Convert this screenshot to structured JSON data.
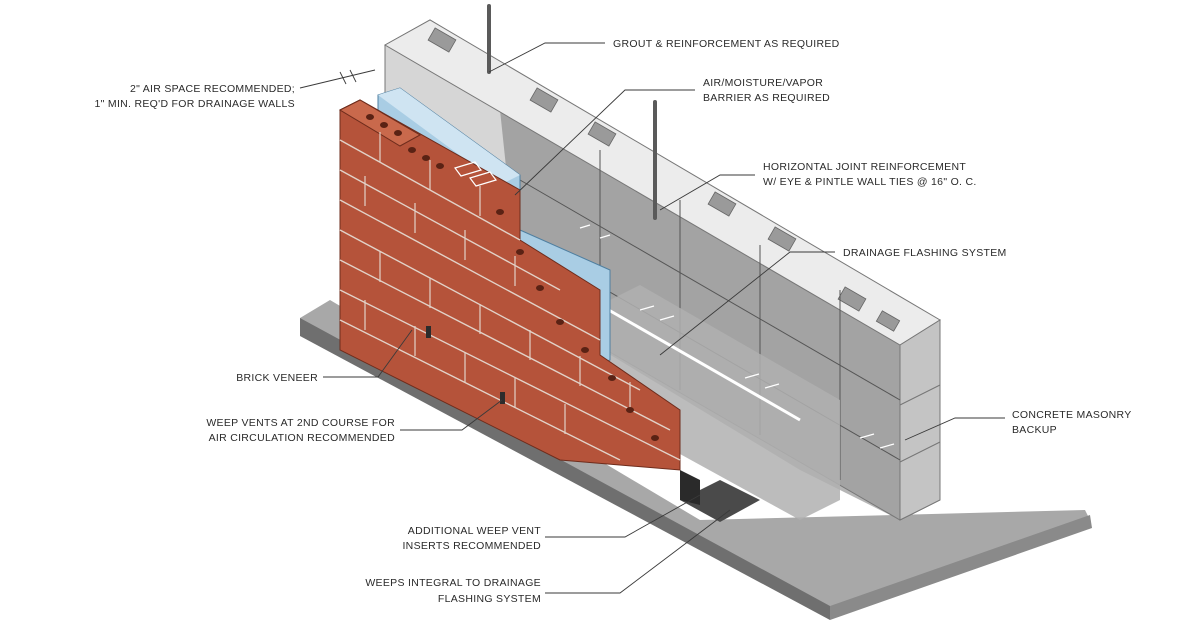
{
  "labels": {
    "grout": "GROUT & REINFORCEMENT AS REQUIRED",
    "barrier_1": "AIR/MOISTURE/VAPOR",
    "barrier_2": "BARRIER AS REQUIRED",
    "air_space_1": "2\" AIR SPACE RECOMMENDED;",
    "air_space_2": "1\" MIN. REQ'D FOR DRAINAGE WALLS",
    "joint_1": "HORIZONTAL JOINT REINFORCEMENT",
    "joint_2": "W/ EYE & PINTLE WALL TIES @ 16\" O. C.",
    "drainage": "DRAINAGE FLASHING SYSTEM",
    "brick_veneer": "BRICK VENEER",
    "weep_vents_1": "WEEP VENTS AT 2ND COURSE FOR",
    "weep_vents_2": "AIR CIRCULATION RECOMMENDED",
    "cmu_1": "CONCRETE MASONRY",
    "cmu_2": "BACKUP",
    "additional_weep_1": "ADDITIONAL WEEP VENT",
    "additional_weep_2": "INSERTS RECOMMENDED",
    "weeps_integral_1": "WEEPS INTEGRAL TO DRAINAGE",
    "weeps_integral_2": "FLASHING SYSTEM"
  },
  "colors": {
    "brick": "#b5533a",
    "brick_dark": "#8e3b26",
    "mortar": "#d8d2cc",
    "cmu": "#d9d9d9",
    "cmu_dark": "#9c9c9c",
    "barrier": "#a9cde4",
    "footing": "#8f8f8f",
    "footing_light": "#b6b6b6"
  }
}
